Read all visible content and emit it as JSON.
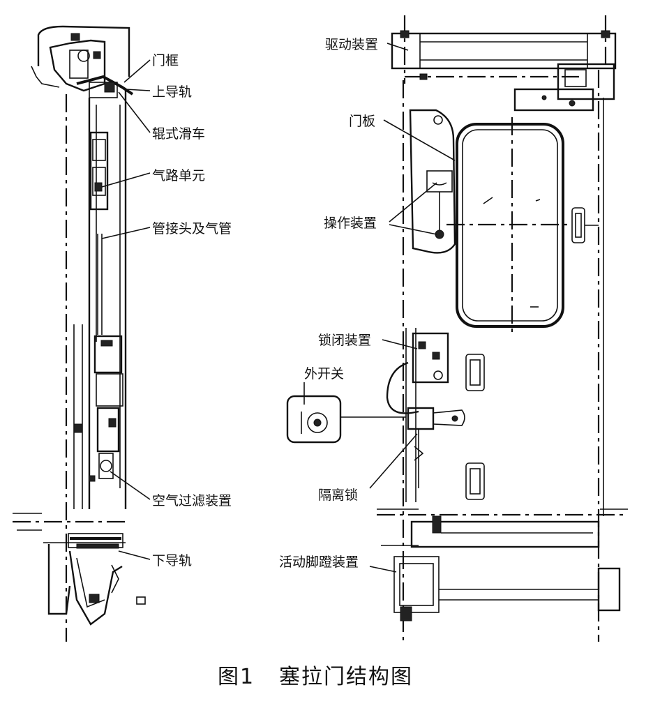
{
  "figure": {
    "caption_number": "图1",
    "caption_title": "塞拉门结构图"
  },
  "left_view": {
    "labels": [
      {
        "id": "door-frame",
        "text": "门框"
      },
      {
        "id": "upper-guide-rail",
        "text": "上导轨"
      },
      {
        "id": "roller-carriage",
        "text": "辊式滑车"
      },
      {
        "id": "air-circuit-unit",
        "text": "气路单元"
      },
      {
        "id": "pipe-joint-and-air-pipe",
        "text": "管接头及气管"
      },
      {
        "id": "air-filter-device",
        "text": "空气过滤装置"
      },
      {
        "id": "lower-guide-rail",
        "text": "下导轨"
      }
    ]
  },
  "right_view": {
    "labels": [
      {
        "id": "drive-device",
        "text": "驱动装置"
      },
      {
        "id": "door-leaf",
        "text": "门板"
      },
      {
        "id": "operating-device",
        "text": "操作装置"
      },
      {
        "id": "locking-device",
        "text": "锁闭装置"
      },
      {
        "id": "external-switch",
        "text": "外开关"
      },
      {
        "id": "isolation-lock",
        "text": "隔离锁"
      },
      {
        "id": "movable-step-device",
        "text": "活动脚蹬装置"
      }
    ]
  }
}
